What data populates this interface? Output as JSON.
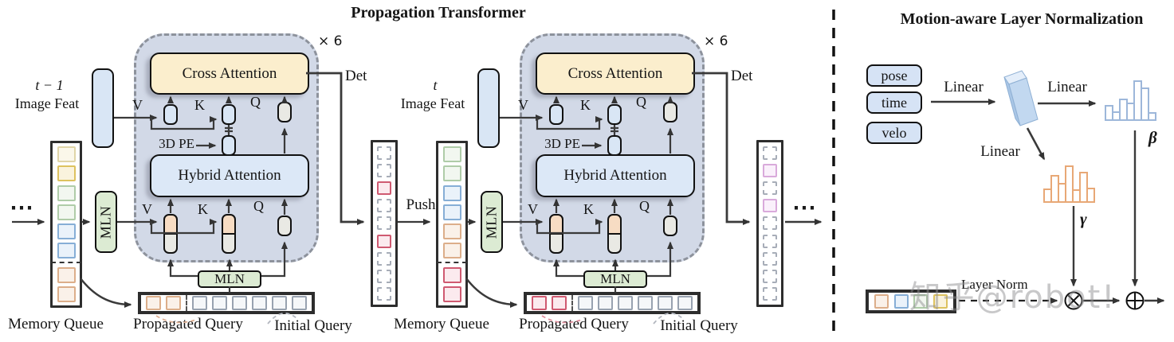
{
  "titles": {
    "left": "Propagation Transformer",
    "right": "Motion-aware Layer Normalization"
  },
  "watermark": "知乎@robot!",
  "flow": {
    "left_ellipsis": "⋯",
    "right_ellipsis": "⋯",
    "push_label": "Push"
  },
  "block_labels": {
    "cross_attention": "Cross Attention",
    "hybrid_attention": "Hybrid Attention",
    "pe": "3D PE",
    "v": "V",
    "k": "K",
    "q": "Q",
    "mln": "MLN",
    "det": "Det",
    "repeat": "× 6",
    "image_feat": "Image Feat",
    "memory_queue": "Memory Queue",
    "propagated_query": "Propagated Query",
    "initial_query": "Initial Query"
  },
  "blocks": [
    {
      "time_label": "t − 1",
      "memory_queue_cells": [
        "cream",
        "gold",
        "green",
        "green",
        "blue",
        "blue",
        "sep",
        "peach",
        "peach"
      ],
      "propagated_cells": [
        "peach",
        "peach",
        "sep",
        "gray",
        "gray",
        "gray",
        "gray",
        "gray",
        "gray"
      ],
      "det_queue_cells": [
        "dashed",
        "dashed",
        "red",
        "dashed",
        "dashed",
        "red",
        "dashed",
        "dashed",
        "dashed"
      ],
      "prop_curve_color": "#dfb093"
    },
    {
      "time_label": "t",
      "memory_queue_cells": [
        "green",
        "green",
        "blue",
        "blue",
        "peach",
        "peach",
        "sep",
        "red",
        "red"
      ],
      "propagated_cells": [
        "red",
        "red",
        "sep",
        "gray",
        "gray",
        "gray",
        "gray",
        "gray",
        "gray"
      ],
      "det_queue_cells": [
        "dashed",
        "pink",
        "dashed",
        "pink",
        "dashed",
        "dashed",
        "dashed",
        "dashed",
        "dashed"
      ],
      "prop_curve_color": "#e08f9e"
    }
  ],
  "palette": {
    "cream": {
      "b": "#e0d5a8",
      "f": "#fbf7ea"
    },
    "gold": {
      "b": "#ddc25f",
      "f": "#faf3dd"
    },
    "green": {
      "b": "#afcca8",
      "f": "#f2f7f0"
    },
    "blue": {
      "b": "#86aed6",
      "f": "#eaf2fa"
    },
    "peach": {
      "b": "#dcae8a",
      "f": "#faf1e9"
    },
    "red": {
      "b": "#cf5a71",
      "f": "#fbeaee"
    },
    "pink": {
      "b": "#d9aadb",
      "f": "#faf0fb"
    },
    "gray": {
      "b": "#98a2b0",
      "f": "#f5f7f9"
    },
    "dashed": {
      "b": "#a7adb8",
      "f": "#ffffff"
    }
  },
  "mln_panel": {
    "inputs": [
      "pose",
      "time",
      "velo"
    ],
    "linear1": "Linear",
    "linear2": "Linear",
    "linear3": "Linear",
    "gamma": "γ",
    "beta": "β",
    "layer_norm": "Layer Norm",
    "query_cells": [
      "peach",
      "blue",
      "green",
      "gold"
    ],
    "hist_beta": {
      "color": "#9db7da",
      "heights": [
        20,
        12,
        28,
        23,
        51,
        42,
        11
      ]
    },
    "hist_gamma": {
      "color": "#e8a876",
      "heights": [
        18,
        35,
        25,
        47,
        17,
        39,
        19
      ]
    }
  }
}
